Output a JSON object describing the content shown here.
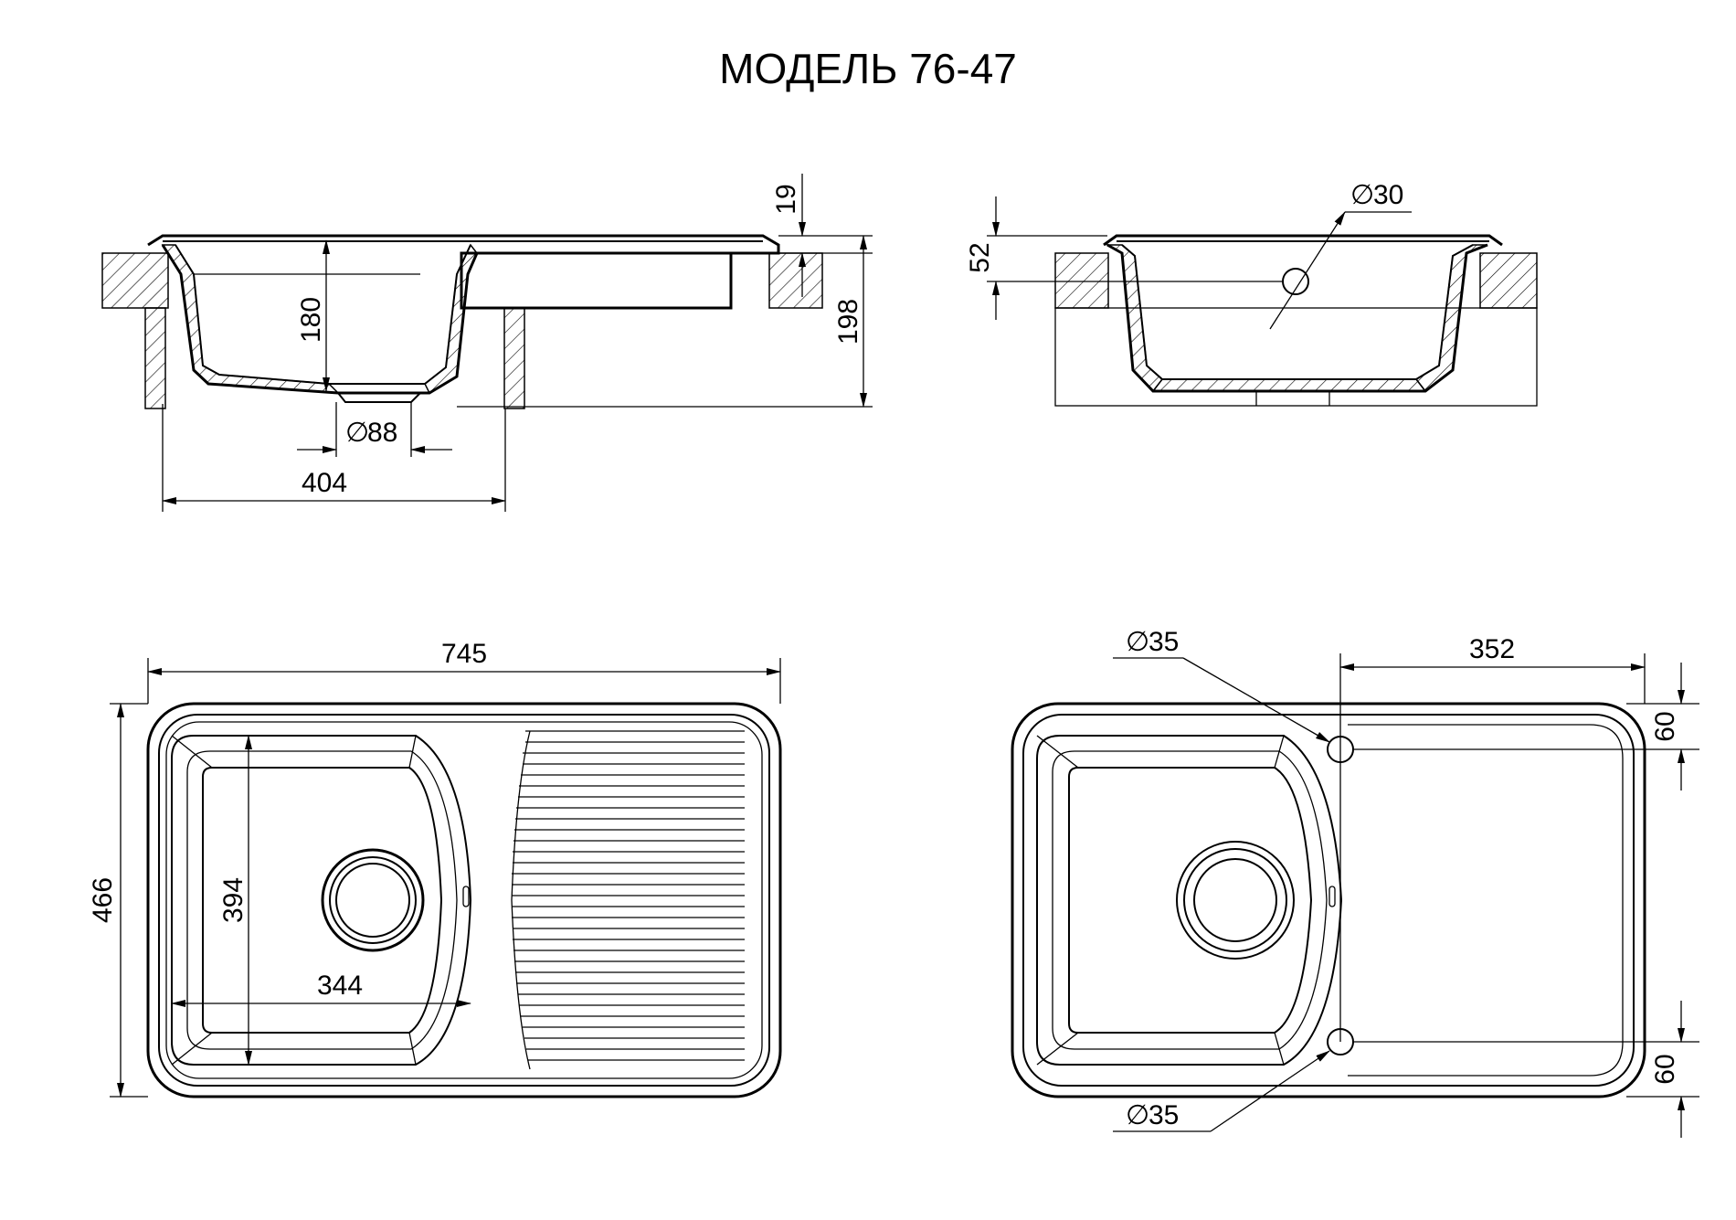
{
  "title": "МОДЕЛЬ 76-47",
  "dimensions": {
    "side_rim": "19",
    "side_depth_bowl": "180",
    "side_total_height": "198",
    "side_drain_dia": "88",
    "side_bowl_width": "404",
    "front_overflow_height": "52",
    "front_overflow_dia": "30",
    "top_length": "745",
    "top_width": "466",
    "top_bowl_length": "394",
    "top_bowl_width": "344",
    "tap_hole_top": "35",
    "tap_hole_bottom": "35",
    "tap_offset": "352",
    "tap_top_edge": "60",
    "tap_bottom_edge": "60"
  },
  "symbols": {
    "diameter": "∅"
  }
}
